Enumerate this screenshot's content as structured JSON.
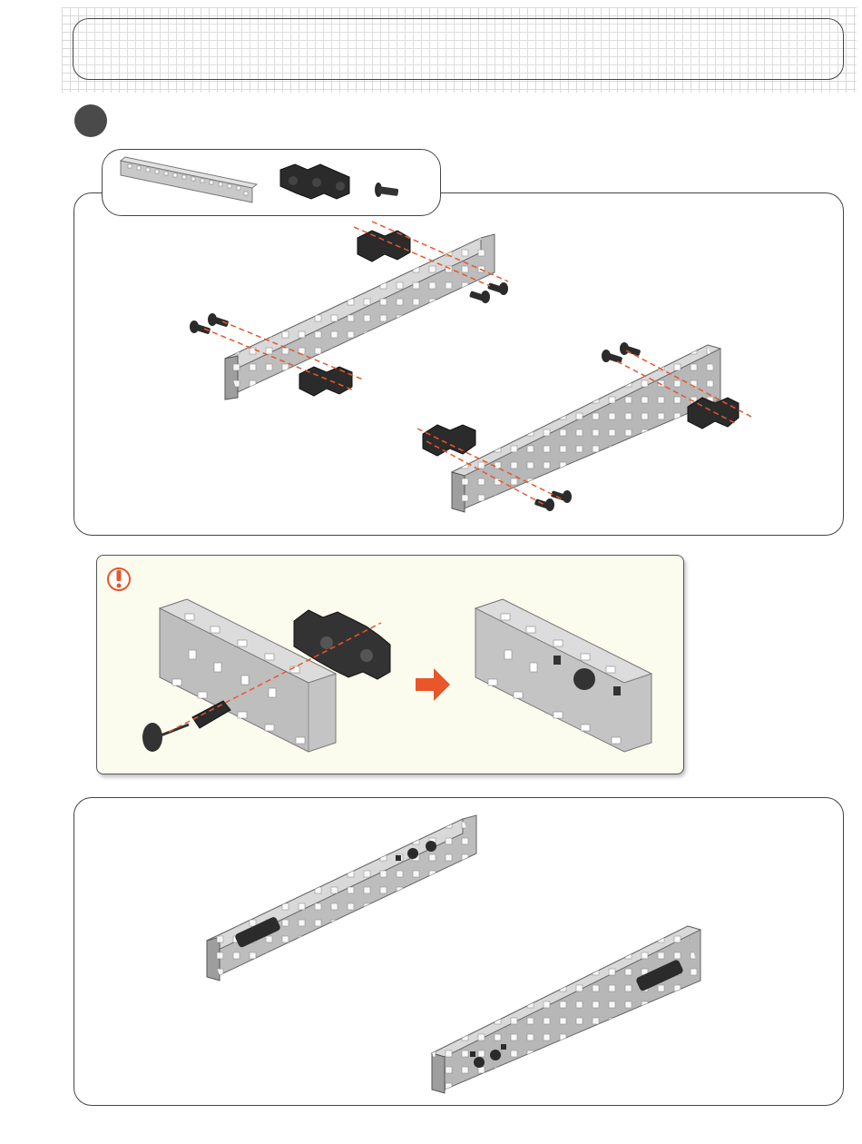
{
  "header": {
    "title": ""
  },
  "step": {
    "number": ""
  },
  "parts": [
    {
      "name": "beam",
      "quantity": ""
    },
    {
      "name": "connector-block",
      "quantity": ""
    },
    {
      "name": "pin",
      "quantity": ""
    }
  ],
  "note": {
    "icon": "warning-icon",
    "text": ""
  },
  "colors": {
    "accent": "#e8562a",
    "dark_panel": "#4a4a4a",
    "note_bg": "#fcfcee",
    "beam_gray": "#bfbfbf",
    "connector": "#2b2b2b"
  }
}
